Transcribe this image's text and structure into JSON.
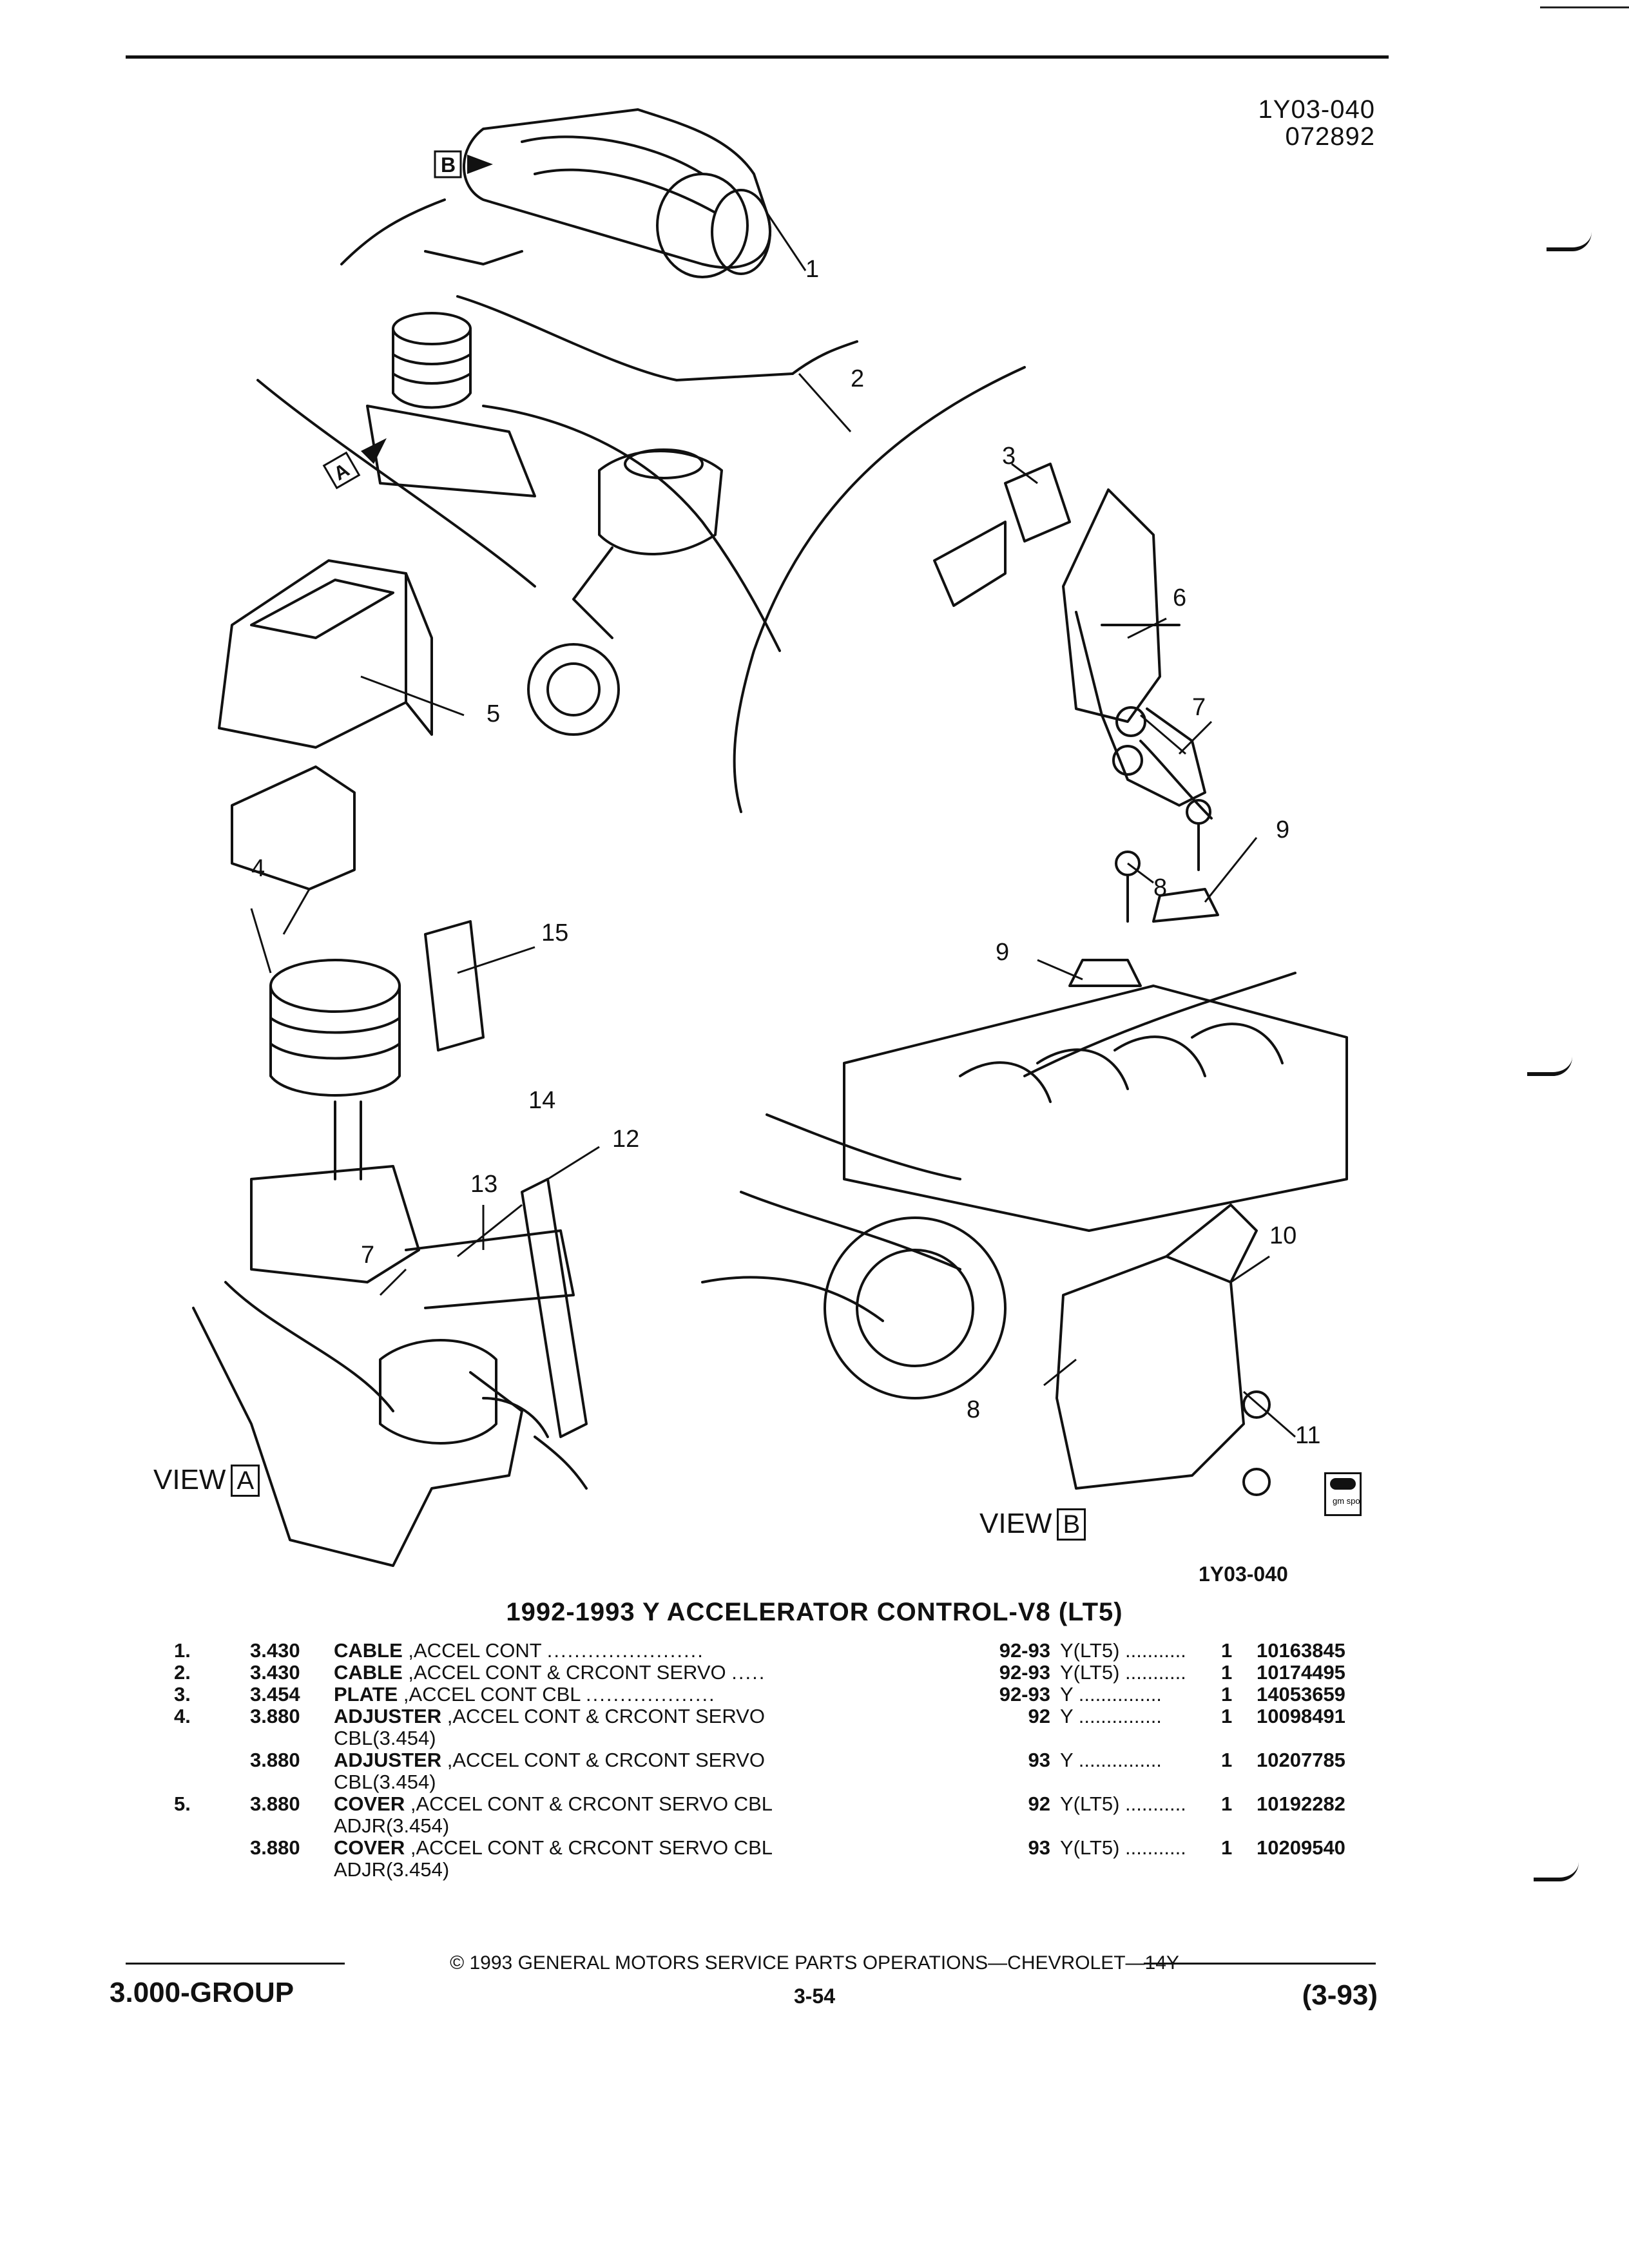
{
  "header": {
    "doc_id": "1Y03-040",
    "doc_date": "072892"
  },
  "diagram": {
    "callouts": [
      "1",
      "2",
      "3",
      "4",
      "5",
      "6",
      "7",
      "8",
      "9",
      "9",
      "15",
      "14",
      "12",
      "13",
      "7",
      "10",
      "8",
      "11"
    ],
    "view_a": {
      "word": "VIEW",
      "letter": "A"
    },
    "view_b": {
      "word": "VIEW",
      "letter": "B"
    },
    "marker_b": "B",
    "marker_a": "A",
    "figure_ref": "1Y03-040",
    "gm_logo": "gm spo"
  },
  "parts_table": {
    "title": "1992-1993 Y ACCELERATOR CONTROL-V8 (LT5)",
    "rows": [
      {
        "num": "1.",
        "group": "3.430",
        "name": "CABLE",
        "desc": " ,ACCEL CONT",
        "dots": ".......................",
        "years": "92-93",
        "model": "Y(LT5) ...........",
        "qty": "1",
        "part": "10163845",
        "cont": ""
      },
      {
        "num": "2.",
        "group": "3.430",
        "name": "CABLE",
        "desc": " ,ACCEL CONT & CRCONT SERVO",
        "dots": ".....",
        "years": "92-93",
        "model": "Y(LT5) ...........",
        "qty": "1",
        "part": "10174495",
        "cont": ""
      },
      {
        "num": "3.",
        "group": "3.454",
        "name": "PLATE",
        "desc": " ,ACCEL CONT CBL",
        "dots": "...................",
        "years": "92-93",
        "model": "Y ...............",
        "qty": "1",
        "part": "14053659",
        "cont": ""
      },
      {
        "num": "4.",
        "group": "3.880",
        "name": "ADJUSTER",
        "desc": " ,ACCEL CONT & CRCONT SERVO",
        "dots": "",
        "years": "92",
        "model": "Y ...............",
        "qty": "1",
        "part": "10098491",
        "cont": "CBL(3.454)"
      },
      {
        "num": "",
        "group": "3.880",
        "name": "ADJUSTER",
        "desc": " ,ACCEL CONT & CRCONT SERVO",
        "dots": "",
        "years": "93",
        "model": "Y ...............",
        "qty": "1",
        "part": "10207785",
        "cont": "CBL(3.454)"
      },
      {
        "num": "5.",
        "group": "3.880",
        "name": "COVER",
        "desc": " ,ACCEL CONT & CRCONT SERVO CBL",
        "dots": "",
        "years": "92",
        "model": "Y(LT5) ...........",
        "qty": "1",
        "part": "10192282",
        "cont": "ADJR(3.454)"
      },
      {
        "num": "",
        "group": "3.880",
        "name": "COVER",
        "desc": " ,ACCEL CONT & CRCONT SERVO CBL",
        "dots": "",
        "years": "93",
        "model": "Y(LT5) ...........",
        "qty": "1",
        "part": "10209540",
        "cont": "ADJR(3.454)"
      }
    ]
  },
  "footer": {
    "copyright": "© 1993 GENERAL MOTORS SERVICE PARTS OPERATIONS—CHEVROLET—14Y",
    "group": "3.000-GROUP",
    "page": "3-54",
    "date": "(3-93)"
  }
}
